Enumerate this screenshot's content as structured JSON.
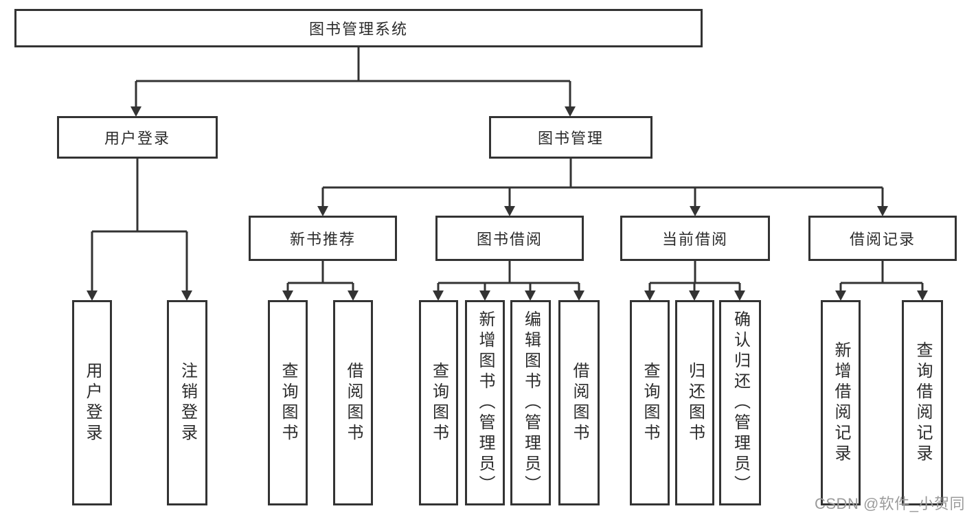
{
  "colors": {
    "line": "#333333",
    "text": "#2b2b2b",
    "watermark": "#9b9b9b"
  },
  "tree": {
    "root": "图书管理系统",
    "login": {
      "label": "用户登录",
      "children": [
        "用户登录",
        "注销登录"
      ]
    },
    "mgmt": {
      "label": "图书管理",
      "sections": [
        {
          "label": "新书推荐",
          "children": [
            "查询图书",
            "借阅图书"
          ]
        },
        {
          "label": "图书借阅",
          "children": [
            "查询图书",
            "新增图书（管理员）",
            "编辑图书（管理员）",
            "借阅图书"
          ]
        },
        {
          "label": "当前借阅",
          "children": [
            "查询图书",
            "归还图书",
            "确认归还（管理员）"
          ]
        },
        {
          "label": "借阅记录",
          "children": [
            "新增借阅记录",
            "查询借阅记录"
          ]
        }
      ]
    }
  },
  "watermark": {
    "text": "CSDN @软件_小贺同学"
  }
}
